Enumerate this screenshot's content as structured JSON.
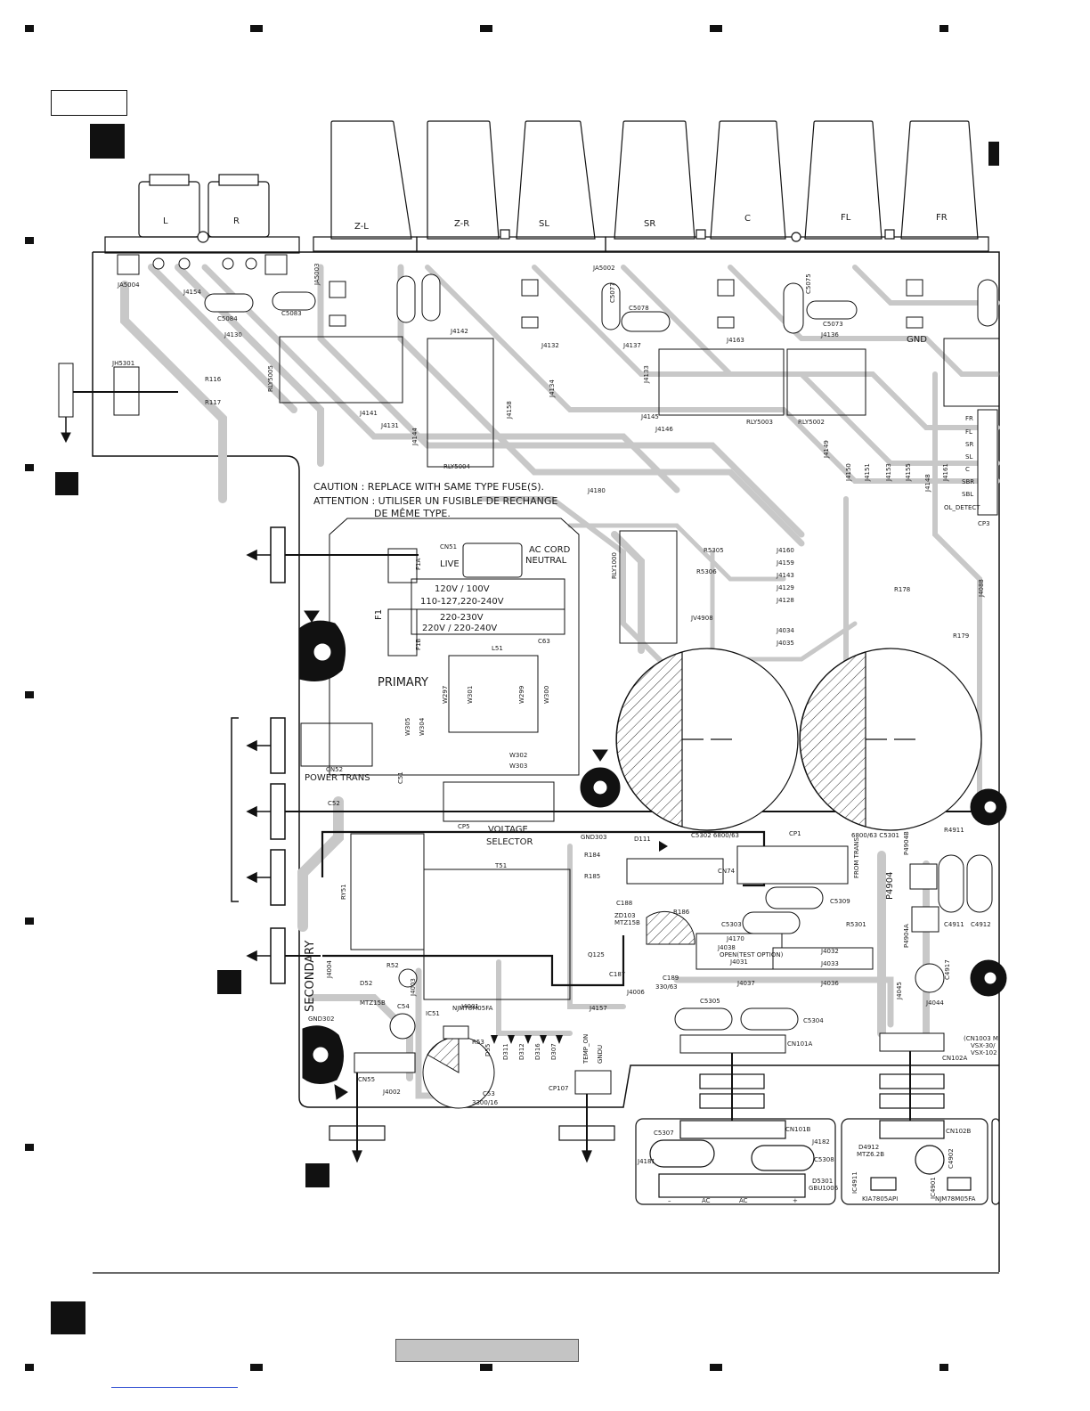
{
  "connectors_top": [
    {
      "id": "L",
      "label": "L"
    },
    {
      "id": "R",
      "label": "R"
    },
    {
      "id": "ZL",
      "label": "Z-L"
    },
    {
      "id": "ZR",
      "label": "Z-R"
    },
    {
      "id": "SL",
      "label": "SL"
    },
    {
      "id": "SR",
      "label": "SR"
    },
    {
      "id": "C",
      "label": "C"
    },
    {
      "id": "FL",
      "label": "FL"
    },
    {
      "id": "FR",
      "label": "FR"
    }
  ],
  "caution": {
    "line1": "CAUTION : REPLACE WITH SAME TYPE FUSE(S).",
    "line2": "ATTENTION : UTILISER UN FUSIBLE DE RECHANGE",
    "line3": "DE MÊME TYPE."
  },
  "power": {
    "cn51": "CN51",
    "live": "LIVE",
    "ac_cord": "AC CORD",
    "neutral": "NEUTRAL",
    "fuse": "F1",
    "f1a": "F1A",
    "f1b": "F1B",
    "volt1a": "120V / 100V",
    "volt1b": "110-127,220-240V",
    "volt2a": "220-230V",
    "volt2b": "220V / 220-240V",
    "c63": "C63",
    "l51": "L51",
    "primary": "PRIMARY",
    "secondary": "SECONDARY",
    "cn52": "CN52",
    "power_trans": "POWER TRANS",
    "c52": "C52",
    "c51": "C51",
    "cp5": "CP5",
    "voltage": "VOLTAGE",
    "selector": "SELECTOR",
    "t51": "T51",
    "ry51": "RY51",
    "w301": "W301",
    "w297": "W297",
    "w299": "W299",
    "w300": "W300",
    "w302": "W302",
    "w303": "W303",
    "w304": "W304",
    "w305": "W305"
  },
  "labels": {
    "jh5301": "JH5301",
    "r116": "R116",
    "r117": "R117",
    "ja5004": "JA5004",
    "j4154": "J4154",
    "c5084": "C5084",
    "c5083": "C5083",
    "j4130": "J4130",
    "ja5003": "JA5003",
    "ja5002": "JA5002",
    "j4142": "J4142",
    "j4132": "J4132",
    "j4137": "J4137",
    "j4163": "J4163",
    "j4136": "J4136",
    "gnd": "GND",
    "c5078": "C5078",
    "c5077": "C5077",
    "c5073": "C5073",
    "c5075": "C5075",
    "rly5005": "RLY5005",
    "rly5004": "RLY5004",
    "rly5003": "RLY5003",
    "rly5002": "RLY5002",
    "rly1000": "RLY1000",
    "j4141": "J4141",
    "j4131": "J4131",
    "j4144": "J4144",
    "j4158": "J4158",
    "j4134": "J4134",
    "j4133": "J4133",
    "j4145": "J4145",
    "j4146": "J4146",
    "j4180": "J4180",
    "j4149": "J4149",
    "j4150": "J4150",
    "j4151": "J4151",
    "j4153": "J4153",
    "j4155": "J4155",
    "j4148": "J4148",
    "j4161": "J4161",
    "cp3": "CP3",
    "cp3_fr": "FR",
    "cp3_fl": "FL",
    "cp3_sr": "SR",
    "cp3_sl": "SL",
    "cp3_c": "C",
    "cp3_sbr": "SBR",
    "cp3_sbl": "SBL",
    "ol_detect": "OL_DETECT",
    "r5305": "R5305",
    "r5306": "R5306",
    "j4160": "J4160",
    "j4159": "J4159",
    "j4143": "J4143",
    "j4129": "J4129",
    "j4128": "J4128",
    "jv4908": "JV4908",
    "j4034": "J4034",
    "j4035": "J4035",
    "r178": "R178",
    "r179": "R179",
    "j4088": "J4088",
    "gnd303": "GND303",
    "d111": "D111",
    "c5302": "C5302 6800/63",
    "c5301": "6800/63 C5301",
    "cp1": "CP1",
    "from_trans": "FROM TRANS",
    "cn74": "CN74",
    "r184": "R184",
    "r185": "R185",
    "c188": "C188",
    "r186": "R186",
    "zd103": "ZD103",
    "mtz": "MTZ15B",
    "q125": "Q125",
    "c187": "C187",
    "c189": "C189",
    "c189_val": "330/63",
    "j4006": "J4006",
    "c5303": "C5303",
    "c5309": "C5309",
    "r5301": "R5301",
    "j4170": "J4170",
    "j4038": "J4038",
    "j4032": "J4032",
    "j4031": "J4031",
    "j4033": "J4033",
    "j4037": "J4037",
    "j4036": "J4036",
    "open_test": "OPEN(TEST OPTION)",
    "j4157": "J4157",
    "c5305": "C5305",
    "c5304": "C5304",
    "cn101a": "CN101A",
    "cn102a": "CN102A",
    "cn1003": "(CN1003 M",
    "vsx30": "VSX-30/",
    "vsx102": "VSX-102",
    "r4911": "R4911",
    "p4904": "P4904",
    "p4904b": "P4904B",
    "p4904a": "P4904A",
    "c4911": "C4911",
    "c4912": "C4912",
    "c4917": "C4917",
    "j4045": "J4045",
    "j4044": "J4044",
    "j4004": "J4004",
    "r52": "R52",
    "d52": "D52",
    "mtz15b": "MTZ15B",
    "j4003": "J4003",
    "c54": "C54",
    "ic51": "IC51",
    "njm": "NJM78M05FA",
    "j4001": "J4001",
    "r53": "R53",
    "d55": "D55",
    "d311": "D311",
    "d312": "D312",
    "d316": "D316",
    "d307": "D307",
    "temp_on": "TEMP_ON",
    "gndu": "GNDU",
    "gnd302": "GND302",
    "cn55": "CN55",
    "j4002": "J4002",
    "c53": "C53",
    "c53_val": "3300/16",
    "cp107": "CP107",
    "cn101b": "CN101B",
    "c5307": "C5307",
    "j4182": "J4182",
    "j4181": "J4181",
    "c5308": "C5308",
    "d5301": "D5301",
    "gbu": "GBU1006",
    "minus": "–",
    "ac1": "AC",
    "ac2": "AC",
    "plus": "+",
    "cn102b": "CN102B",
    "d4912": "D4912",
    "mtz62b": "MTZ6.2B",
    "ic4911": "IC4911",
    "kia": "KIA7805API",
    "ic4901": "IC4901",
    "c4902": "C4902",
    "njm2": "NJM78M05FA"
  }
}
